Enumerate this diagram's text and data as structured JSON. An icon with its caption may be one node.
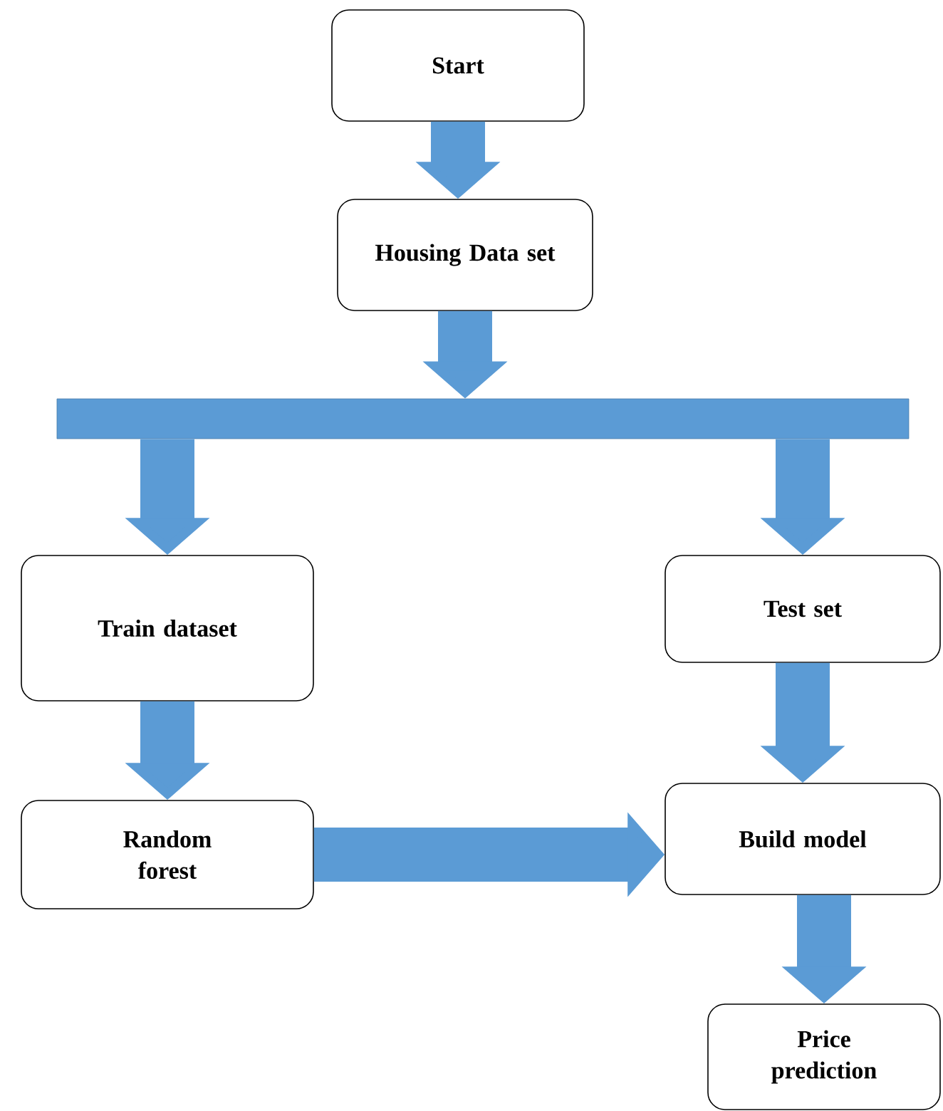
{
  "diagram": {
    "nodes": [
      {
        "text": [
          "Start"
        ]
      },
      {
        "text": [
          "Housing Data set"
        ]
      },
      {
        "text": [],
        "shape": "bar"
      },
      {
        "text": [
          "Train dataset"
        ]
      },
      {
        "text": [
          "Test set"
        ]
      },
      {
        "text": [
          "Random forest"
        ]
      },
      {
        "text": [
          "Build model"
        ]
      },
      {
        "text": [
          "Price prediction"
        ]
      }
    ],
    "edges": [
      {
        "from": 0,
        "to": 1,
        "arrow": "to"
      },
      {
        "from": 1,
        "to": 2,
        "arrow": "to"
      },
      {
        "from": 2,
        "to": 3,
        "arrow": "to"
      },
      {
        "from": 2,
        "to": 4,
        "arrow": "to"
      },
      {
        "from": 3,
        "to": 5,
        "arrow": "to"
      },
      {
        "from": 4,
        "to": 6,
        "arrow": "to"
      },
      {
        "from": 5,
        "to": 6,
        "arrow": "to"
      },
      {
        "from": 6,
        "to": 7,
        "arrow": "to"
      }
    ]
  }
}
